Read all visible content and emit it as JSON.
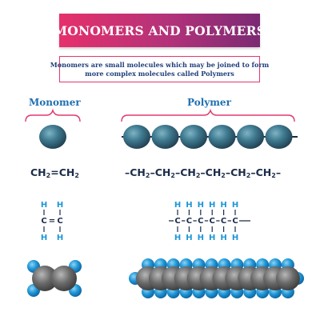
{
  "title": "MONOMERS AND POLYMERS",
  "caption": {
    "line1": "Monomers are small molecules which may be joined to form",
    "line2": "more complex molecules called Polymers"
  },
  "monomer": {
    "heading": "Monomer",
    "formula": {
      "a": "CH",
      "a_sub": "2",
      "bond": "=",
      "b": "CH",
      "b_sub": "2"
    }
  },
  "polymer": {
    "heading": "Polymer",
    "unit": "CH",
    "unit_sub": "2",
    "repeat_count": 6,
    "bead_count": 6
  },
  "atoms": {
    "carbon": "C",
    "hydrogen": "H"
  },
  "colors": {
    "title_pink": "#e6306b",
    "title_purple": "#7b2a73",
    "heading_blue": "#1f6fb2",
    "atom_h_blue": "#1f97d6",
    "bead_teal": "#3f7a90",
    "carbon_gray": "#6b6b6b"
  }
}
